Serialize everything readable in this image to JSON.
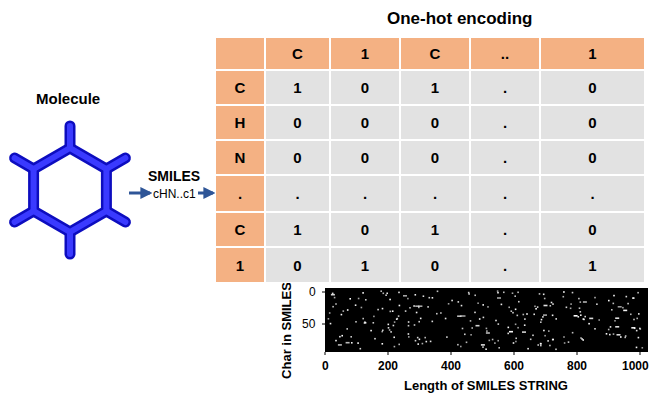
{
  "diagram": {
    "title": "One-hot encoding",
    "labels": [
      "Molecule",
      "SMILES",
      "cHN..c1",
      "C",
      "1",
      "C",
      "..",
      "1",
      "C",
      "1",
      "0",
      "1",
      ".",
      "0",
      "H",
      "0",
      "0",
      "0",
      ".",
      "0",
      "N",
      "0",
      "0",
      "0",
      ".",
      "0",
      ".",
      ".",
      ".",
      ".",
      ".",
      ".",
      "C",
      "1",
      "0",
      "1",
      ".",
      "0",
      "1",
      "0",
      "1",
      "0",
      ".",
      "1",
      "0",
      "50",
      "0",
      "200",
      "400",
      "600",
      "800",
      "1000",
      "Char in SMILES",
      "Length of SMILES STRING"
    ]
  }
}
